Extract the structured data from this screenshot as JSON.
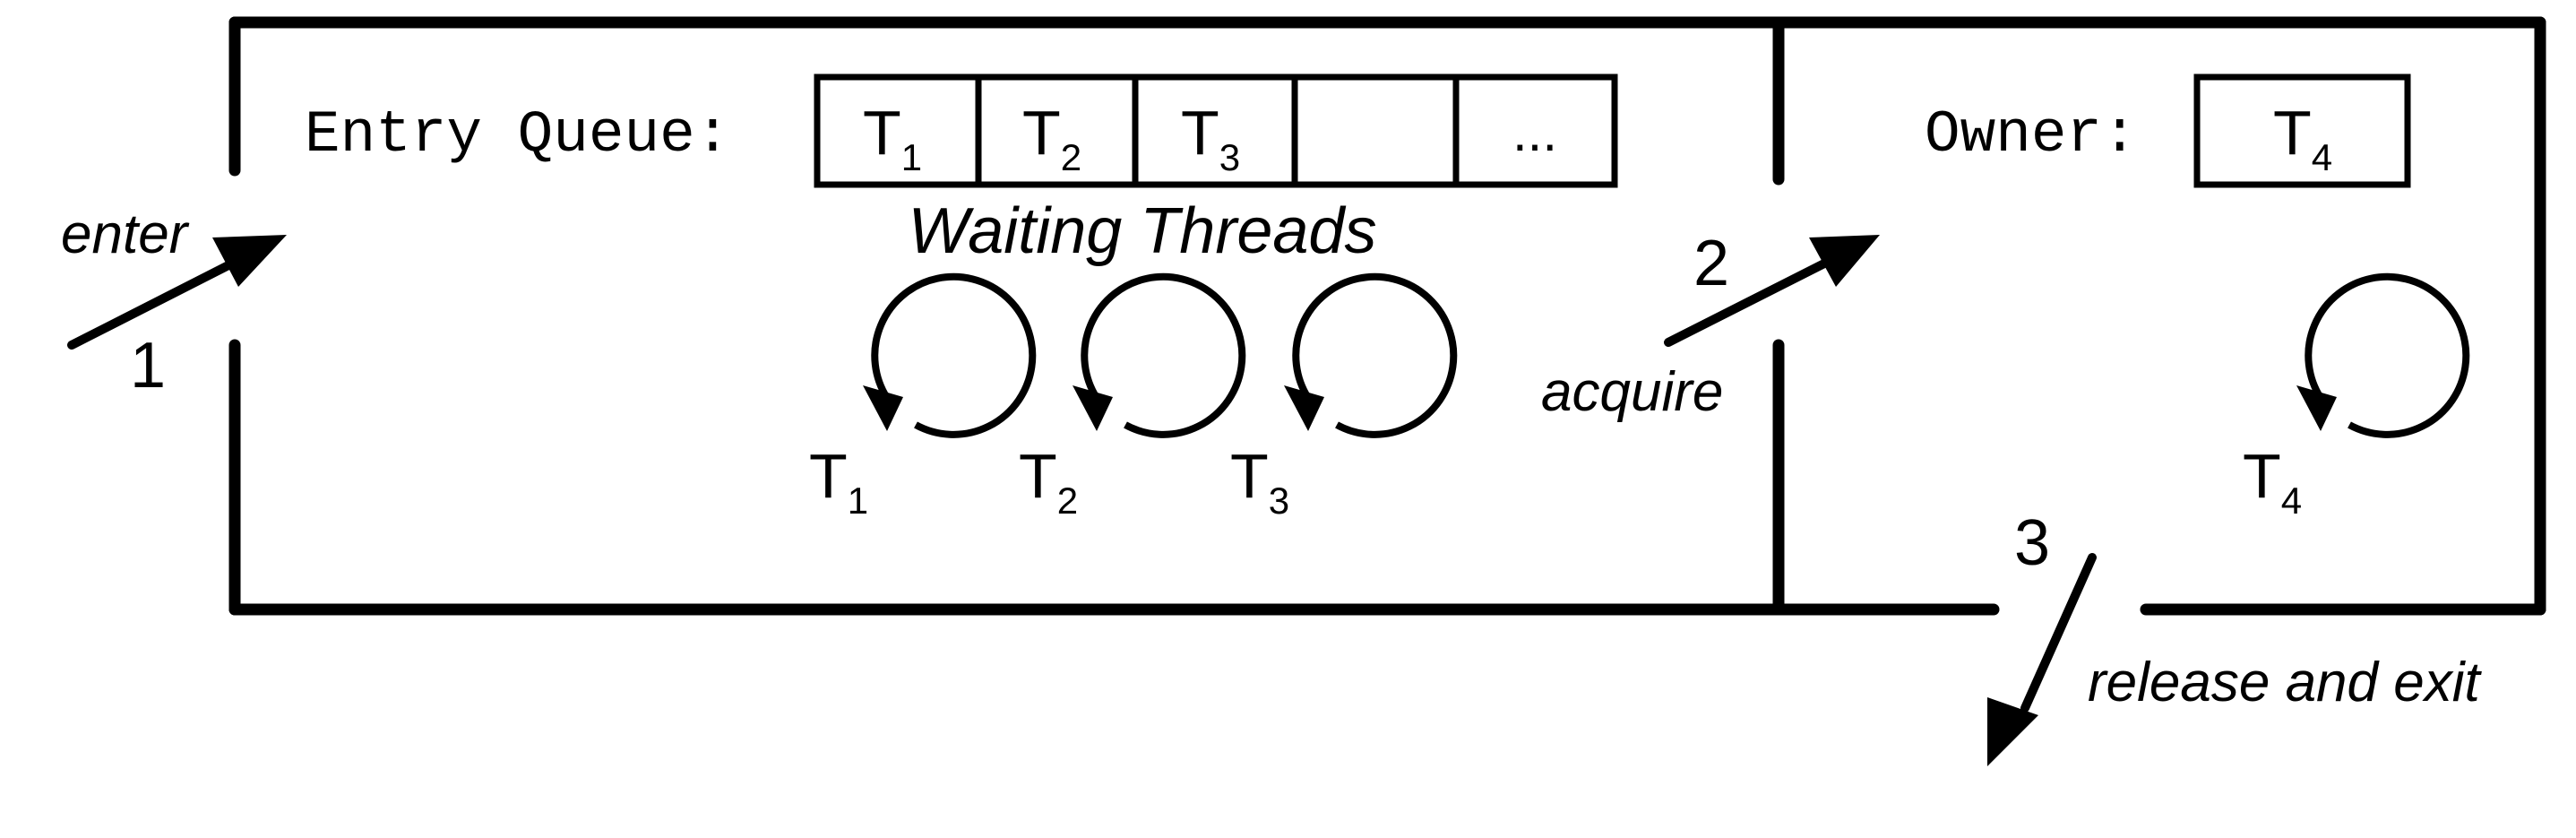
{
  "entry_queue": {
    "label": "Entry Queue:",
    "slots": [
      {
        "letter": "T",
        "sub": "1"
      },
      {
        "letter": "T",
        "sub": "2"
      },
      {
        "letter": "T",
        "sub": "3"
      },
      {
        "letter": "",
        "sub": ""
      },
      {
        "letter": "...",
        "sub": ""
      }
    ],
    "caption": "Waiting Threads"
  },
  "owner": {
    "label": "Owner:",
    "slot": {
      "letter": "T",
      "sub": "4"
    }
  },
  "waiting_threads": [
    {
      "letter": "T",
      "sub": "1"
    },
    {
      "letter": "T",
      "sub": "2"
    },
    {
      "letter": "T",
      "sub": "3"
    }
  ],
  "owner_thread": {
    "letter": "T",
    "sub": "4"
  },
  "steps": {
    "enter": {
      "number": "1",
      "label": "enter"
    },
    "acquire": {
      "number": "2",
      "label": "acquire"
    },
    "release": {
      "number": "3",
      "label": "release and exit"
    }
  },
  "colors": {
    "ink": "#000000",
    "background": "#ffffff"
  }
}
